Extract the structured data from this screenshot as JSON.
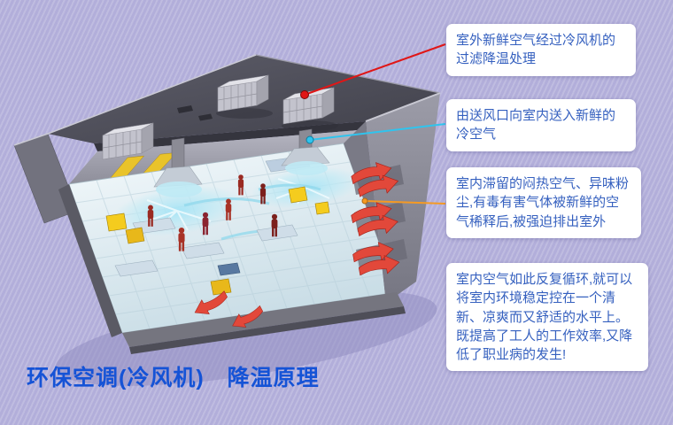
{
  "title": {
    "text": "环保空调(冷风机)　降温原理",
    "color": "#1553d6"
  },
  "callouts": [
    {
      "text": "室外新鲜空气经过冷风机的过滤降温处理",
      "connector_color": "#e01616"
    },
    {
      "text": "由送风口向室内送入新鲜的冷空气",
      "connector_color": "#2fc4ee"
    },
    {
      "text": "室内滞留的闷热空气、异味粉尘,有毒有害气体被新鲜的空气稀释后,被强迫排出室外",
      "connector_color": "#f59a23"
    },
    {
      "text": "室内空气如此反复循环,就可以将室内环境稳定控在一个清新、凉爽而又舒适的水平上。既提高了工人的工作效率,又降低了职业病的发生!"
    }
  ],
  "diagram": {
    "subject": "evaporative-cooler factory ventilation cutaway illustration",
    "palette": {
      "background": "#b2aeda",
      "callout_bg": "#ffffff",
      "callout_text": "#3560bf",
      "roof": "#4c4c57",
      "walls": "#8f8f9b",
      "floor": "#e9f4f8",
      "cool_air": "#aee6f6",
      "hot_air_arrow": "#e2483a",
      "worker": "#9a2a22",
      "equipment_yellow": "#f2c81e"
    }
  }
}
